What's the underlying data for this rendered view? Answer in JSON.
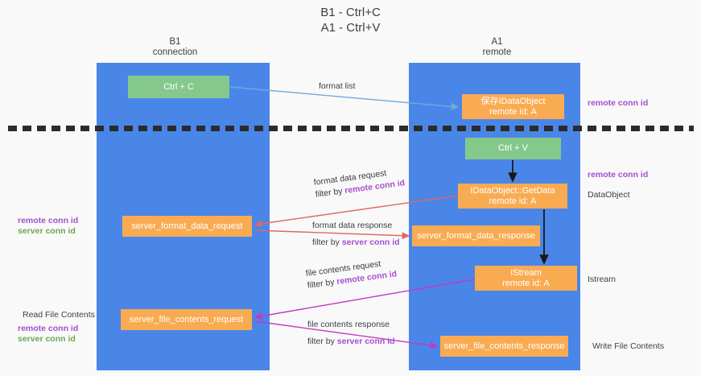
{
  "title": {
    "line1": "B1 - Ctrl+C",
    "line2": "A1 - Ctrl+V"
  },
  "columns": {
    "left": {
      "name": "B1",
      "role": "connection"
    },
    "right": {
      "name": "A1",
      "role": "remote"
    }
  },
  "boxes": {
    "ctrl_c": "Ctrl + C",
    "ctrl_v": "Ctrl + V",
    "idataobject_line1": "保存IDataObject",
    "idataobject_line2": "remote id: A",
    "getdata_line1": "IDataObject::GetData",
    "getdata_line2": "remote id: A",
    "istream_line1": "IStream",
    "istream_line2": "remote id: A",
    "server_format_data_request": "server_format_data_request",
    "server_format_data_response": "server_format_data_response",
    "server_file_contents_request": "server_file_contents_request",
    "server_file_contents_response": "server_file_contents_response"
  },
  "flow_labels": {
    "format_list": "format list",
    "format_data_request": "format data request",
    "format_data_request_filter_prefix": "filter by ",
    "format_data_request_filter_key": "remote conn id",
    "format_data_response": "format data response",
    "format_data_response_filter_prefix": "filter by ",
    "format_data_response_filter_key": "server conn id",
    "file_contents_request": "file contents request",
    "file_contents_request_filter_prefix": "filter by ",
    "file_contents_request_filter_key": "remote conn id",
    "file_contents_response": "file contents response",
    "file_contents_response_filter_prefix": "filter by ",
    "file_contents_response_filter_key": "server conn id"
  },
  "annotations": {
    "right_remote_conn_id_top": "remote conn id",
    "right_remote_conn_id_mid": "remote conn id",
    "right_dataobject": "DataObject",
    "right_istream": "Istream",
    "right_write_file_contents": "Write File Contents",
    "left_remote_conn_id_mid": "remote conn id",
    "left_server_conn_id_mid": "server conn id",
    "left_read_file_contents": "Read File Contents",
    "left_remote_conn_id_bottom": "remote conn id",
    "left_server_conn_id_bottom": "server conn id"
  },
  "colors": {
    "lane": "#4a86e8",
    "green_box": "#84c98b",
    "orange_box": "#f9ab52",
    "purple_key": "#a64ed1",
    "green_key": "#6aa84f",
    "arrow_blue": "#6fa8dc",
    "arrow_red": "#e06666",
    "arrow_magenta": "#c239c2",
    "arrow_black": "#1a1a1a",
    "separator": "#2b2b2b",
    "background": "#f9f9f9"
  }
}
